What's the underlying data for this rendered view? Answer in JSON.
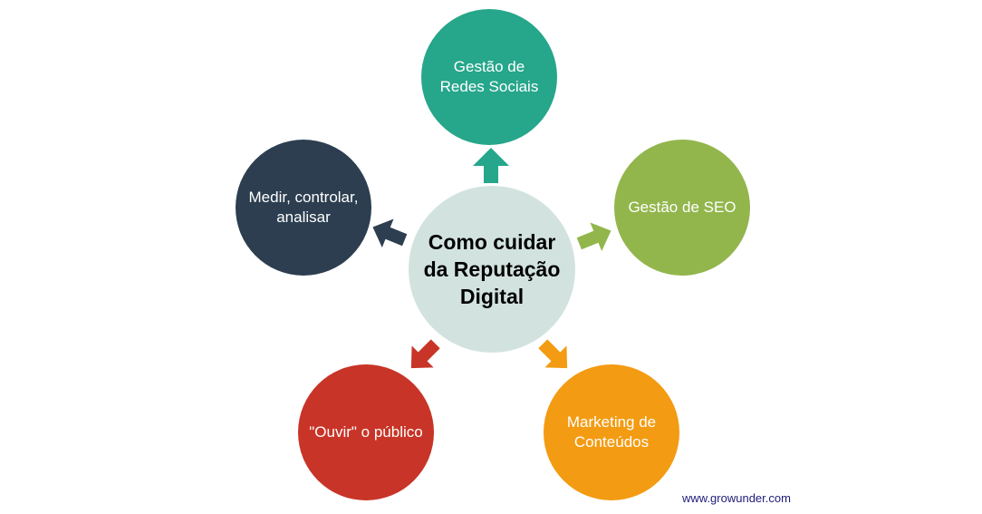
{
  "diagram": {
    "center": {
      "label": "Como cuidar da Reputação Digital",
      "color": "#d2e3df",
      "text_color": "#000000"
    },
    "nodes": [
      {
        "label": "Gestão de Redes Sociais",
        "color": "#26a68b"
      },
      {
        "label": "Gestão de SEO",
        "color": "#92b64c"
      },
      {
        "label": "Marketing de Conteúdos",
        "color": "#f39b12"
      },
      {
        "label": "\"Ouvir\" o público",
        "color": "#c83427"
      },
      {
        "label": "Medir, controlar, analisar",
        "color": "#2c3e50"
      }
    ]
  },
  "footer": {
    "credit": "www.growunder.com"
  }
}
